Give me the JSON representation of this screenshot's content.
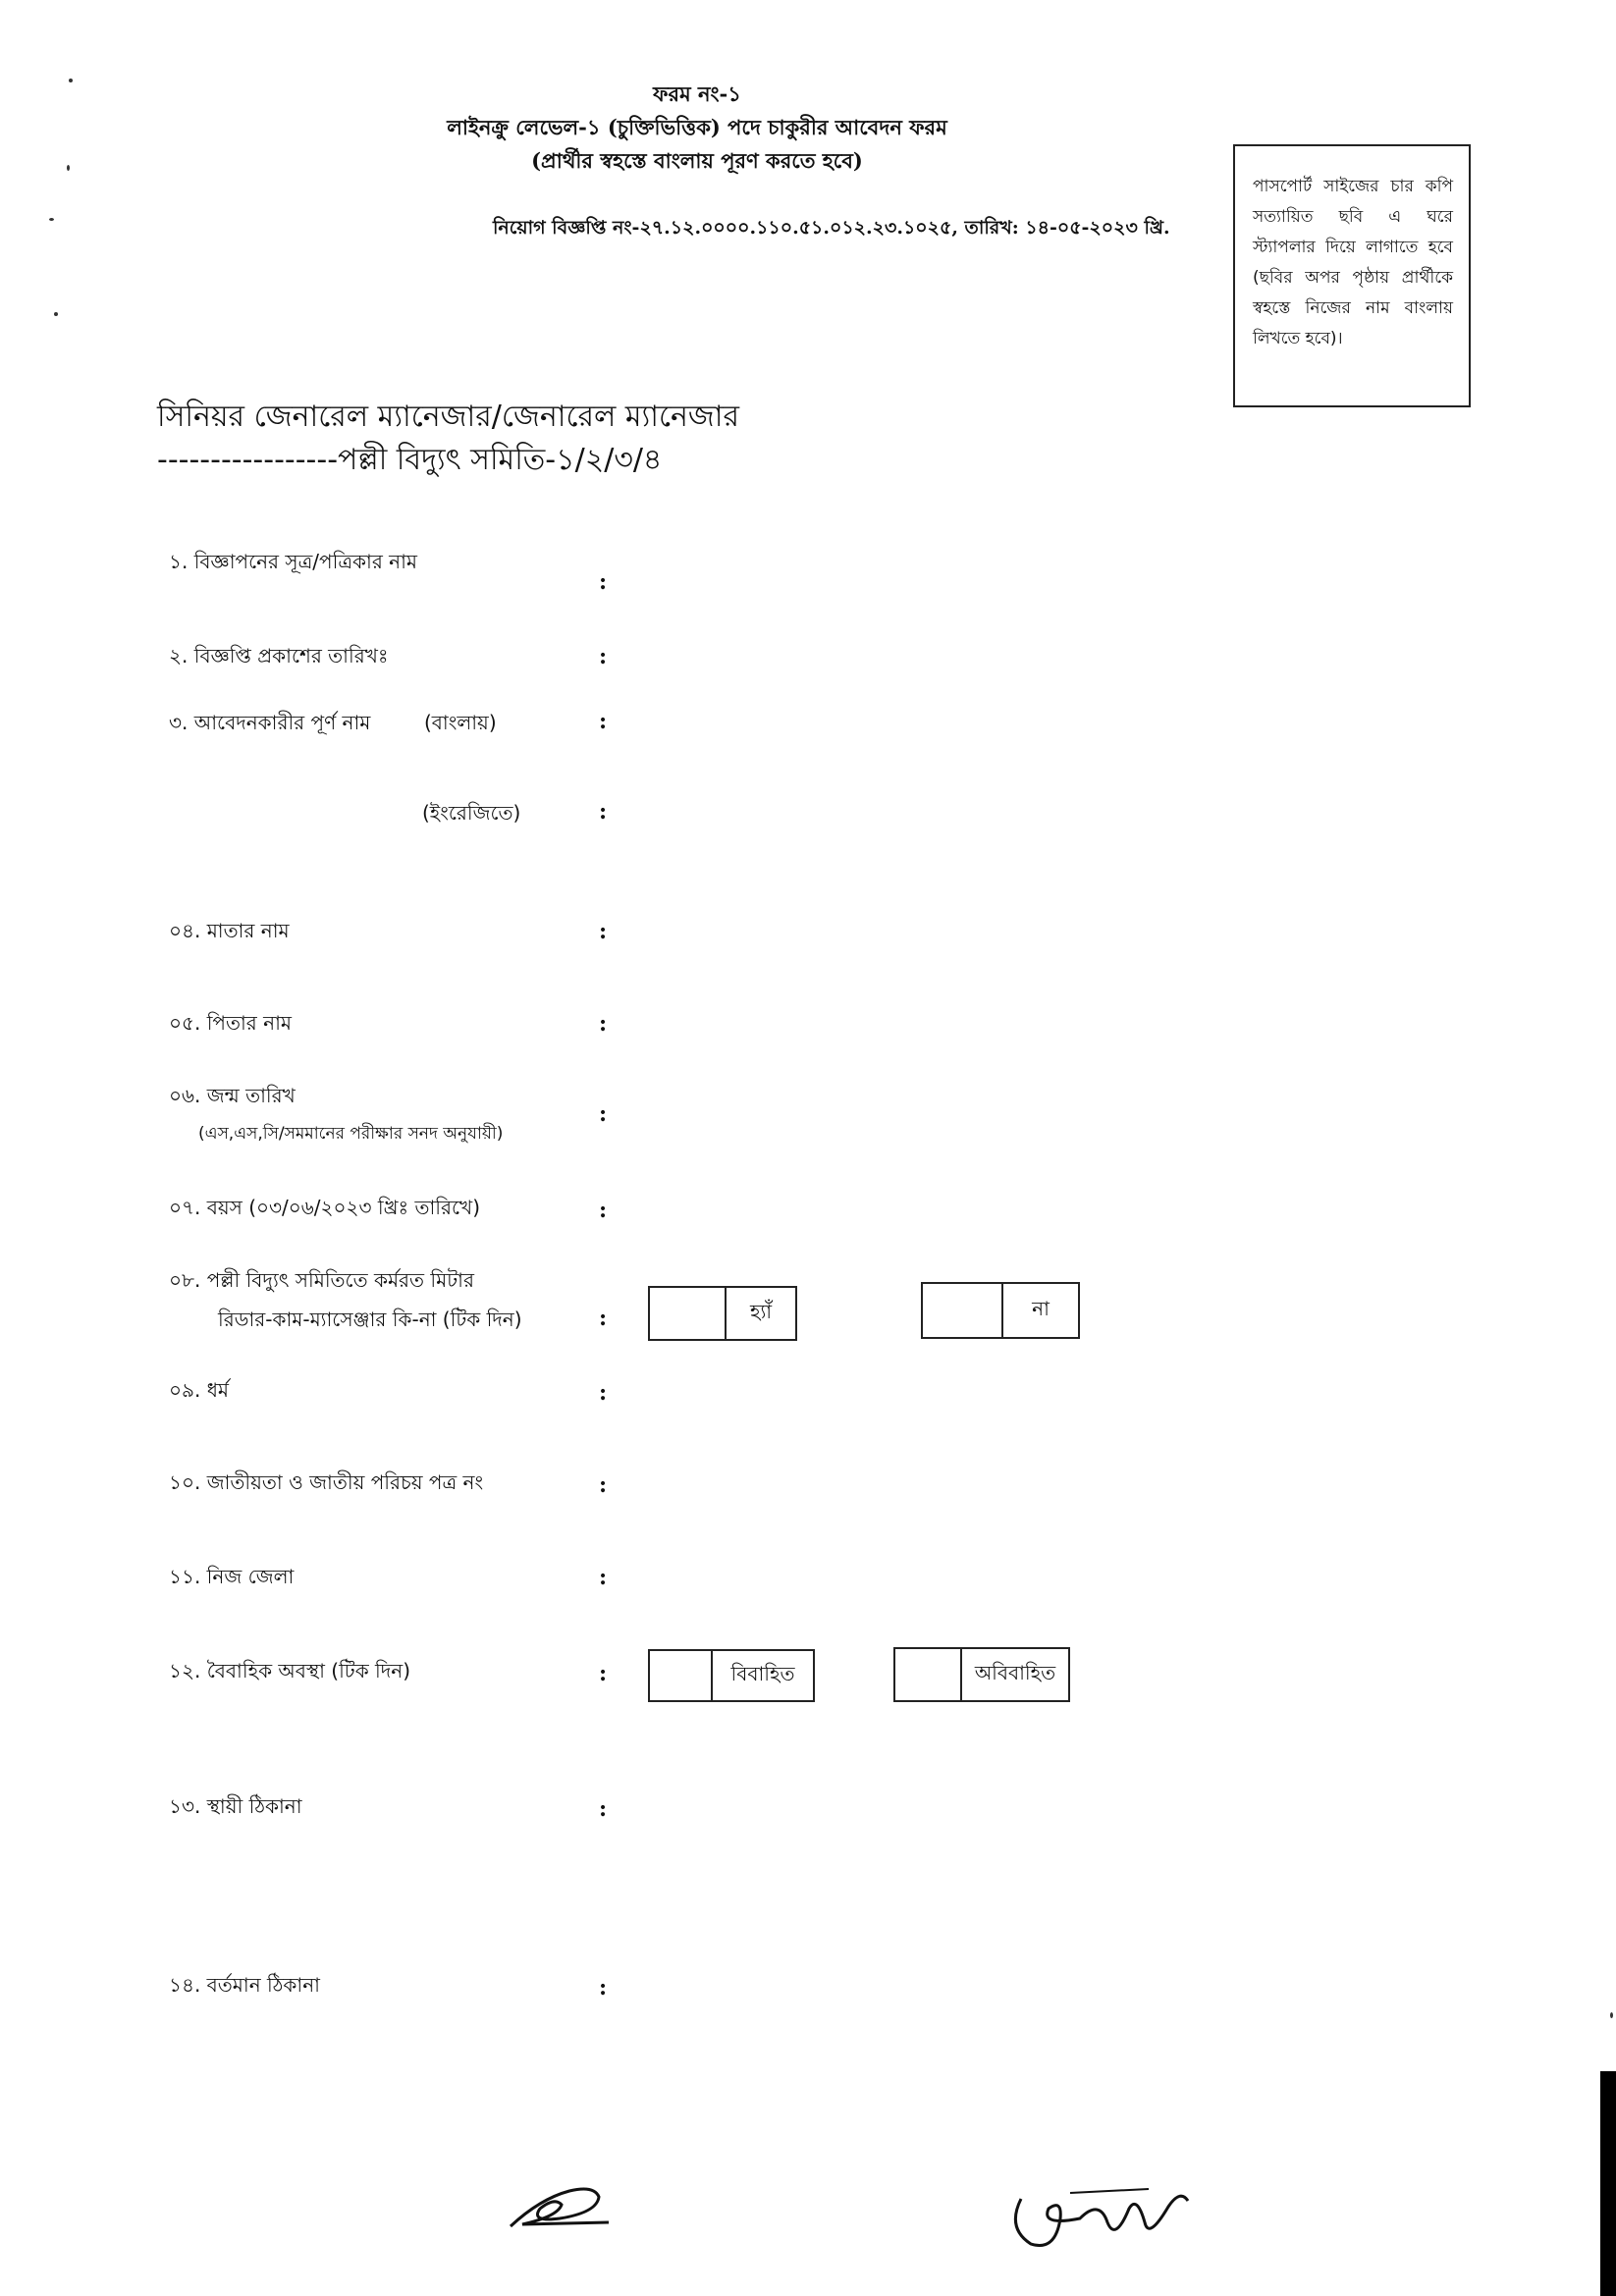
{
  "header": {
    "form_no": "ফরম নং-১",
    "title": "লাইনক্রু লেভেল-১ (চুক্তিভিত্তিক) পদে চাকুরীর আবেদন ফরম",
    "instruction": "(প্রার্থীর স্বহস্তে বাংলায় পূরণ করতে হবে)",
    "notice": "নিয়োগ বিজ্ঞপ্তি নং-২৭.১২.০০০০.১১০.৫১.০১২.২৩.১০২৫, তারিখ: ১৪-০৫-২০২৩ খ্রি."
  },
  "photo_box": {
    "text": "পাসপোর্ট সাইজের চার কপি সত্যায়িত ছবি এ ঘরে স্ট্যাপলার দিয়ে লাগাতে হবে (ছবির অপর পৃষ্ঠায় প্রার্থীকে স্বহস্তে নিজের নাম বাংলায় লিখতে হবে)।"
  },
  "addressee": {
    "line1": "সিনিয়র জেনারেল ম্যানেজার/জেনারেল ম্যানেজার",
    "line2": "-----------------পল্লী বিদ্যুৎ সমিতি-১/২/৩/৪"
  },
  "fields": {
    "f1": "১. বিজ্ঞাপনের সূত্র/পত্রিকার নাম",
    "f2": "২. বিজ্ঞপ্তি প্রকাশের তারিখঃ",
    "f3": "৩. আবেদনকারীর পূর্ণ নাম",
    "f3_bn": "(বাংলায়)",
    "f3_en": "(ইংরেজিতে)",
    "f4": "০৪. মাতার নাম",
    "f5": "০৫. পিতার নাম",
    "f6": "০৬. জন্ম তারিখ",
    "f6_note": "(এস,এস,সি/সমমানের পরীক্ষার সনদ অনুযায়ী)",
    "f7": "০৭. বয়স (০৩/০৬/২০২৩ খ্রিঃ তারিখে)",
    "f8_line1": "০৮. পল্লী বিদ্যুৎ সমিতিতে কর্মরত মিটার",
    "f8_line2": "রিডার-কাম-ম্যাসেঞ্জার কি-না (টিক দিন)",
    "f8_yes": "হ্যাঁ",
    "f8_no": "না",
    "f9": "০৯. ধর্ম",
    "f10": "১০. জাতীয়তা ও জাতীয় পরিচয় পত্র নং",
    "f11": "১১. নিজ জেলা",
    "f12": "১২. বৈবাহিক অবস্থা (টিক দিন)",
    "f12_married": "বিবাহিত",
    "f12_unmarried": "অবিবাহিত",
    "f13": "১৩. স্থায়ী ঠিকানা",
    "f14": "১৪. বর্তমান  ঠিকানা"
  },
  "colon": ":"
}
